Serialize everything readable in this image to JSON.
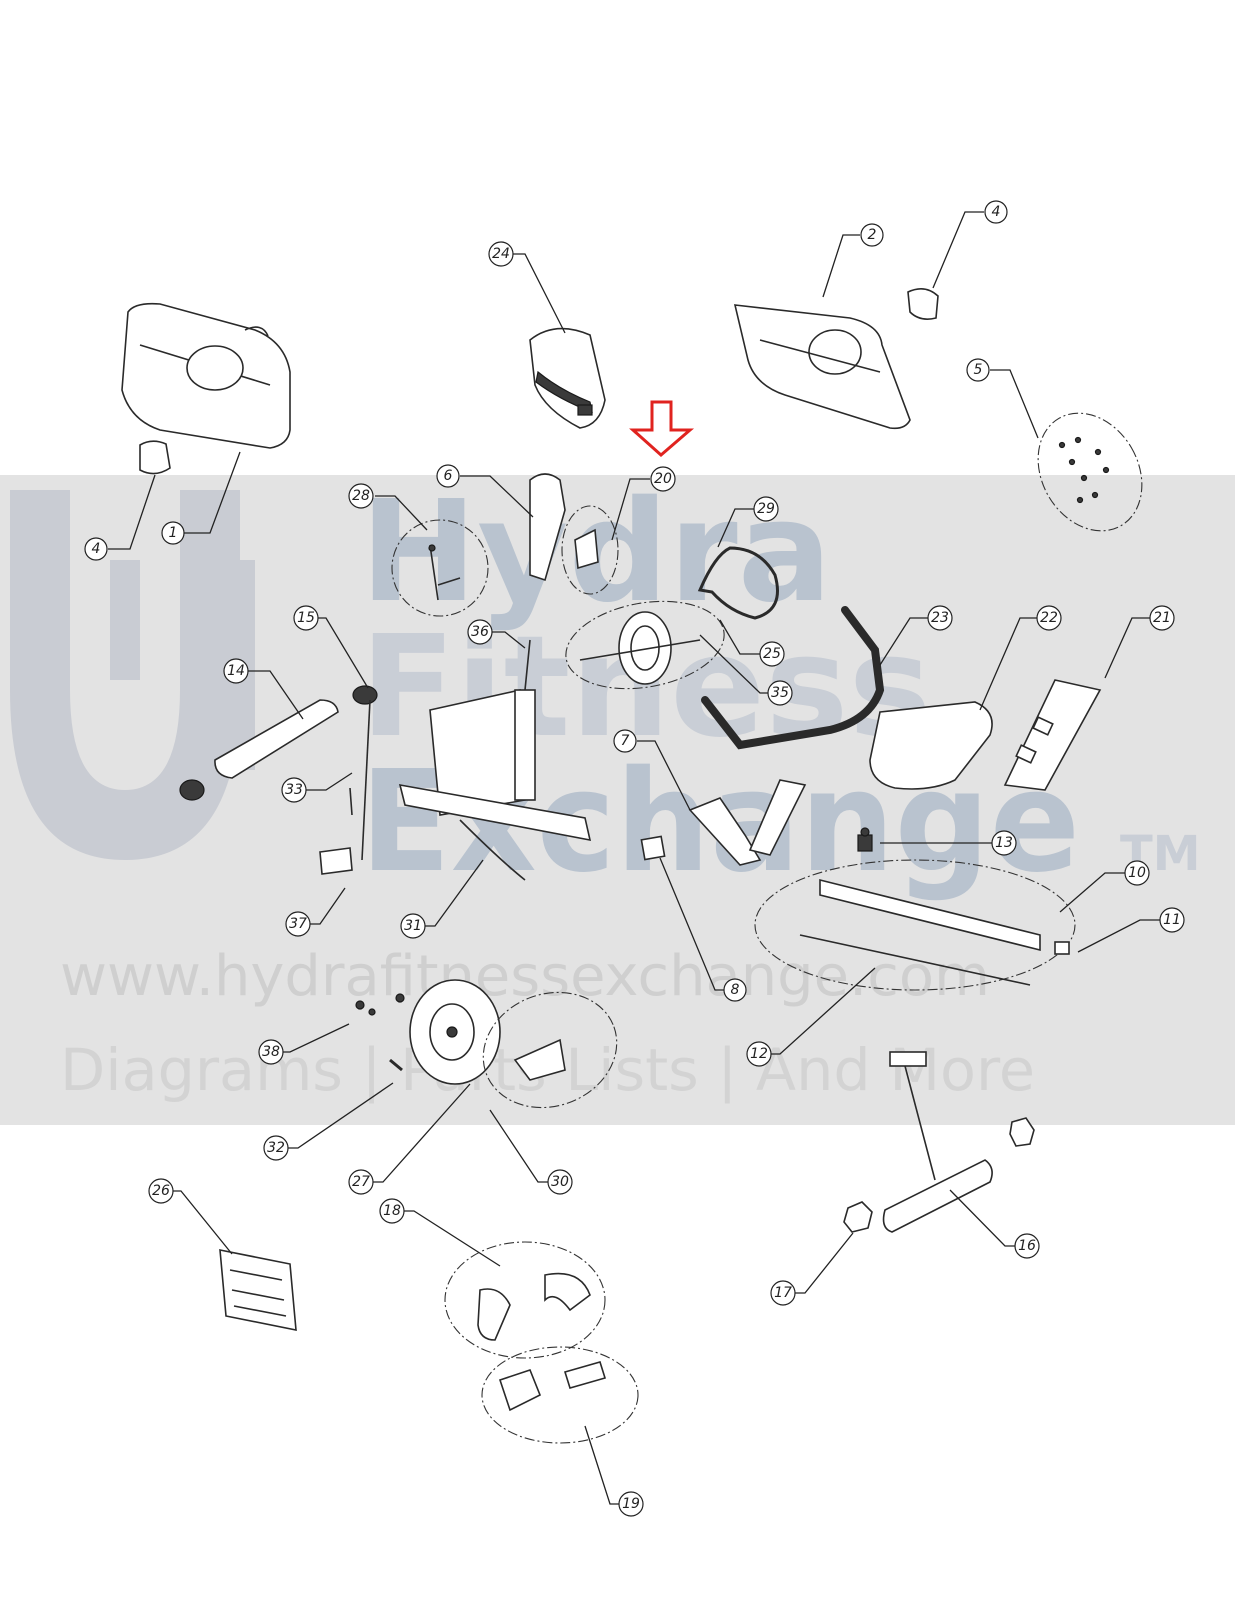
{
  "watermark": {
    "brand_line1": "Hydra",
    "brand_line2": "Fitness",
    "brand_line3": "Exchange",
    "trademark": "TM",
    "url": "www.hydrafitnessexchange.com",
    "tagline": "Diagrams | Parts Lists | And More"
  },
  "highlighted_part": "20",
  "colors": {
    "highlight_arrow": "#e0231f",
    "watermark_band": "#e3e3e3",
    "watermark_logo": "#c9ccd3",
    "watermark_brand": "#b9c3cf"
  },
  "callouts": [
    "1",
    "2",
    "4",
    "4",
    "5",
    "6",
    "7",
    "8",
    "10",
    "11",
    "12",
    "13",
    "14",
    "15",
    "16",
    "17",
    "18",
    "19",
    "20",
    "21",
    "22",
    "23",
    "24",
    "25",
    "26",
    "27",
    "28",
    "29",
    "30",
    "31",
    "32",
    "33",
    "35",
    "36",
    "37",
    "38"
  ]
}
